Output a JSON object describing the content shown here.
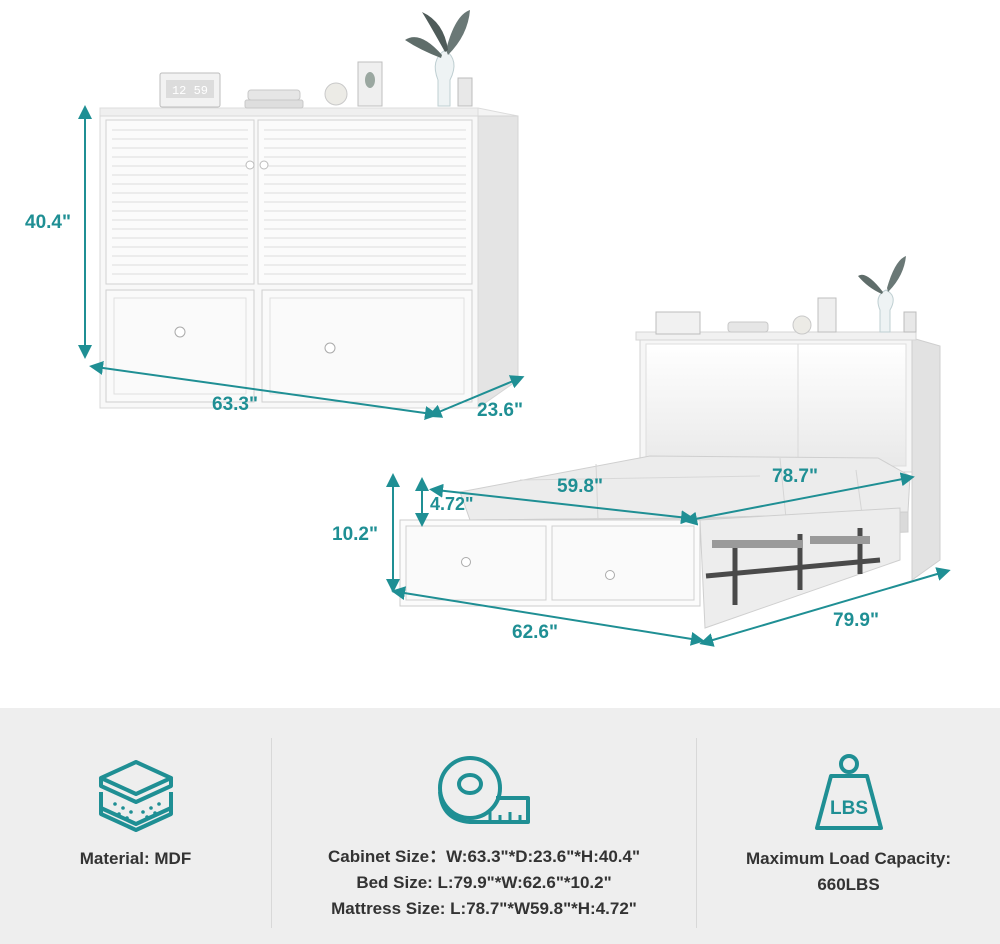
{
  "colors": {
    "accent": "#1f8f94",
    "panel_bg": "#eeeeee",
    "text_dark": "#333333",
    "cabinet_white": "#f7f7f7"
  },
  "dimensions": {
    "cabinet_height": "40.4\"",
    "cabinet_width": "63.3\"",
    "cabinet_depth": "23.6\"",
    "bed_height": "10.2\"",
    "mattress_thickness": "4.72\"",
    "mattress_width": "59.8\"",
    "mattress_length": "78.7\"",
    "bed_width": "62.6\"",
    "bed_length": "79.9\""
  },
  "clock_display": "12 59",
  "features": [
    {
      "icon": "layered-board-icon",
      "lines": [
        "Material: MDF"
      ]
    },
    {
      "icon": "tape-measure-icon",
      "lines": [
        "Cabinet Size：W:63.3\"*D:23.6\"*H:40.4\"",
        "Bed Size: L:79.9\"*W:62.6\"*10.2\"",
        "Mattress Size: L:78.7\"*W59.8\"*H:4.72\""
      ]
    },
    {
      "icon": "weight-lbs-icon",
      "icon_label": "LBS",
      "lines": [
        "Maximum Load Capacity:",
        "660LBS"
      ]
    }
  ]
}
